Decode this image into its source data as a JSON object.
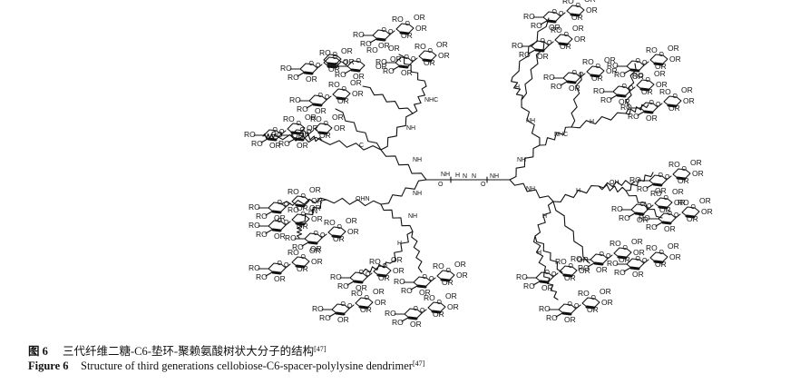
{
  "figure": {
    "structure_labels": {
      "ro": "RO",
      "or": "OR",
      "o": "O",
      "h": "H",
      "n": "N",
      "c": "C",
      "oh": "OH",
      "hn": "HN",
      "nh": "NH",
      "nhc": "NHC",
      "ohn": "OHN"
    }
  },
  "caption_zh": {
    "tag": "图 6",
    "text": "三代纤维二糖-C6-垫环-聚赖氨酸树状大分子的结构",
    "ref": "[47]"
  },
  "caption_en": {
    "tag": "Figure 6",
    "text": "Structure of third generations cellobiose-C6-spacer-polylysine dendrimer",
    "ref": "[47]"
  }
}
